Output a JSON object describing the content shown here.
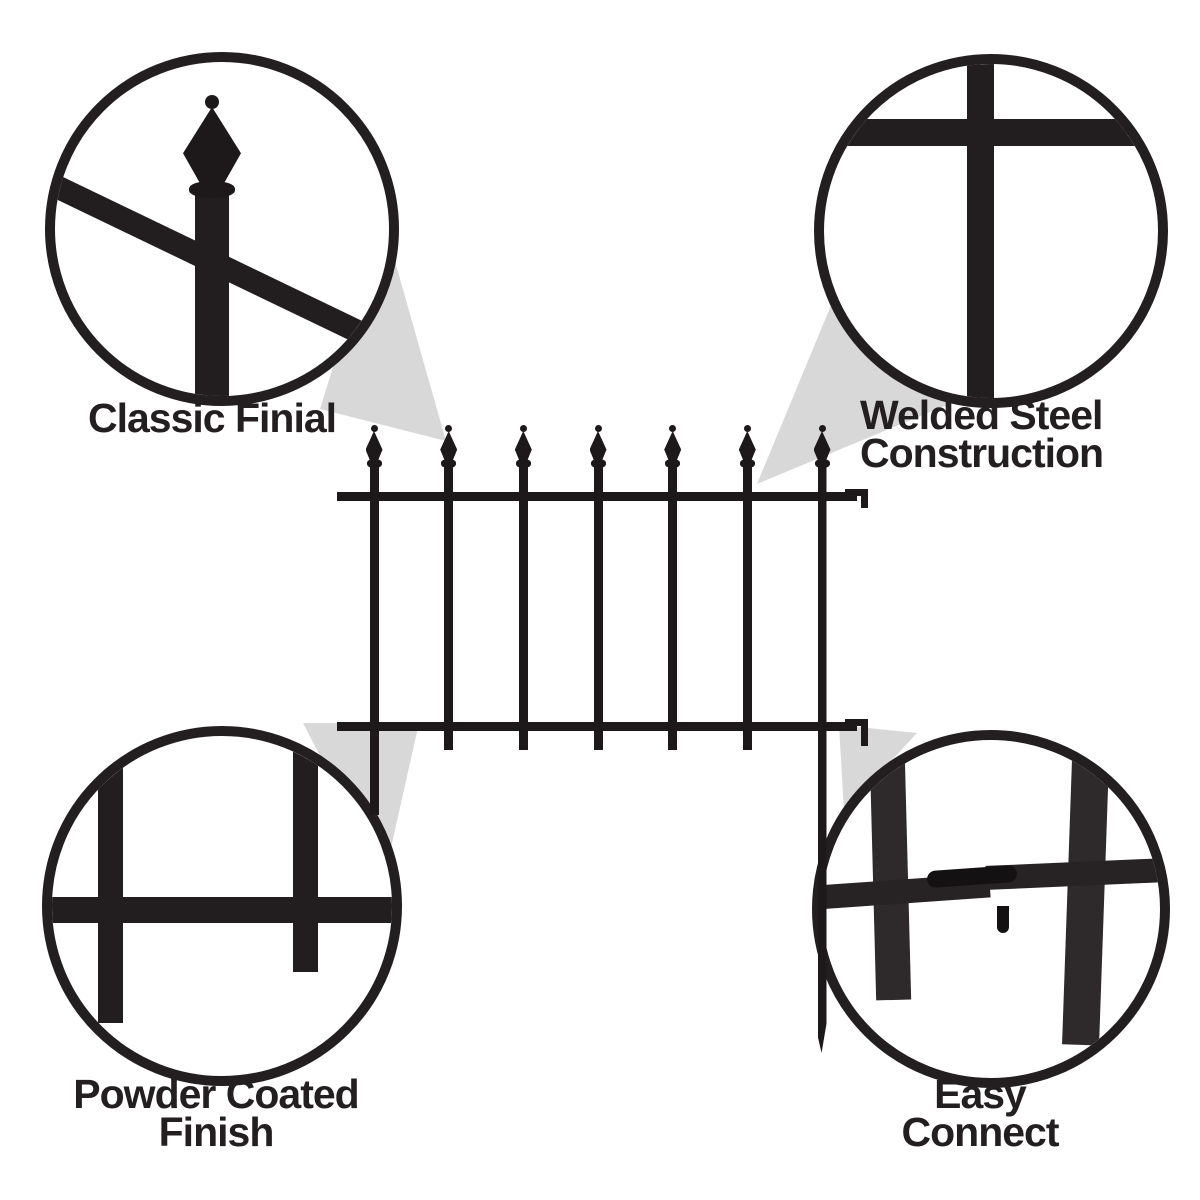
{
  "page": {
    "background_color": "#ffffff",
    "ink_color": "#231f20",
    "callout_gray": "#d8d8d8",
    "subject": "metal garden fence panel feature diagram"
  },
  "features": [
    {
      "id": "classic-finial",
      "lines": [
        "Classic Finial",
        ""
      ],
      "detail": "spear finial on square picket with angled rail"
    },
    {
      "id": "welded-steel-construction",
      "lines": [
        "Welded Steel",
        "Construction"
      ],
      "detail": "welded cross joint of picket and rail"
    },
    {
      "id": "powder-coated-finish",
      "lines": [
        "Powder Coated",
        "Finish"
      ],
      "detail": "black coated pickets crossing bottom rail"
    },
    {
      "id": "easy-connect",
      "lines": [
        "Easy",
        "Connect"
      ],
      "detail": "hook-and-pin rail connector between panels"
    }
  ],
  "illustration": {
    "picket_count": 7,
    "rail_count": 2,
    "finial_style": "spear",
    "connector_style": "hook"
  }
}
